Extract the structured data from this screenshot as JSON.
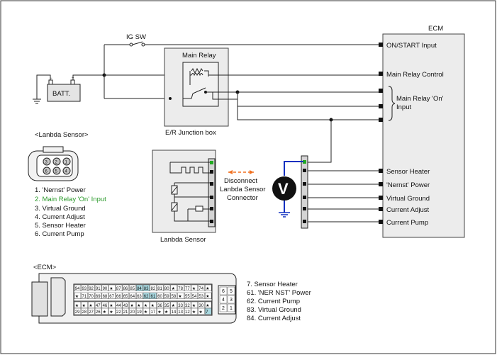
{
  "labels": {
    "ecm_title": "ECM",
    "ig_sw": "IG SW",
    "batt": "BATT.",
    "main_relay": "Main Relay",
    "junction_box": "E/R Junction box",
    "lambda_sensor_header": "<Lanbda Sensor>",
    "lambda_sensor_caption": "Lanbda Sensor",
    "ecm_connector_header": "<ECM>",
    "voltmeter": "V",
    "disconnect_note": [
      "Disconnect",
      "Lanbda Sensor",
      "Connector"
    ]
  },
  "ecm_inputs": [
    "ON/START Input",
    "Main Relay Control",
    "Main Relay 'On'",
    "Input",
    "Sensor Heater",
    "'Nernst' Power",
    "Virtual Ground",
    "Current Adjust",
    "Current Pump"
  ],
  "sensor_connector_pins": [
    "3",
    "2",
    "1",
    "6",
    "5",
    "4"
  ],
  "sensor_pin_list": [
    "1. 'Nernst' Power",
    "2. Main Relay 'On' Input",
    "3. Virtual Ground",
    "4. Current Adjust",
    "5. Sensor Heater",
    "6. Current Pump"
  ],
  "ecm_pin_list": [
    "7. Sensor Heater",
    "61. 'NER NST' Power",
    "62. Current Pump",
    "83. Virtual Ground",
    "84. Current Adjust"
  ],
  "ecm_connector_rows": {
    "row1": [
      "94",
      "93",
      "92",
      "91",
      "90",
      "★",
      "87",
      "86",
      "85",
      "84",
      "83",
      "82",
      "81",
      "80",
      "★",
      "78",
      "77",
      "★",
      "74",
      "★"
    ],
    "row2": [
      "★",
      "71",
      "70",
      "69",
      "68",
      "67",
      "66",
      "65",
      "64",
      "63",
      "62",
      "61",
      "60",
      "59",
      "58",
      "★",
      "55",
      "54",
      "53",
      "★"
    ],
    "row3": [
      "★",
      "★",
      "★",
      "47",
      "46",
      "★",
      "44",
      "43",
      "★",
      "★",
      "★",
      "★",
      "36",
      "35",
      "★",
      "33",
      "32",
      "★",
      "30",
      "★"
    ],
    "row4": [
      "29",
      "28",
      "27",
      "26",
      "★",
      "★",
      "22",
      "21",
      "20",
      "19",
      "★",
      "17",
      "★",
      "★",
      "14",
      "13",
      "12",
      "★",
      "★",
      "7"
    ],
    "right_block": [
      "6",
      "5",
      "4",
      "3",
      "2",
      "1"
    ]
  },
  "colors": {
    "voltmeter_lead": "#1030c0",
    "disconnect_arrow": "#f07020",
    "highlight_text": "#2a9a2a",
    "highlight_cell": "#a8d8e0",
    "connector_pin_green": "#22aa22"
  }
}
